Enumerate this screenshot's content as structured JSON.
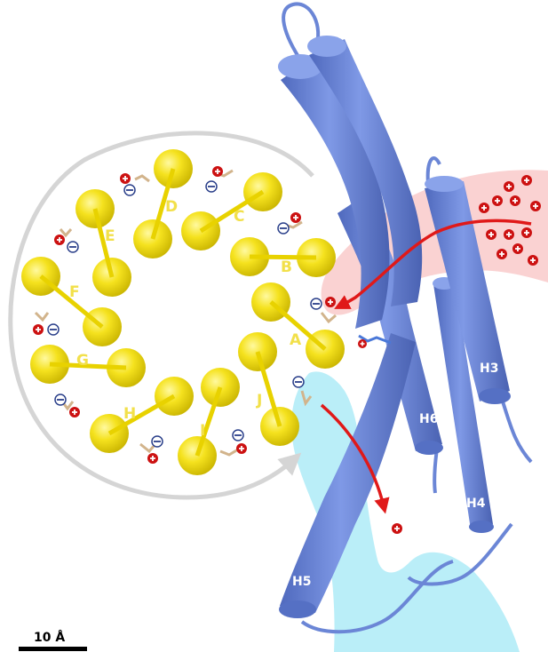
{
  "ring_labels": [
    "A",
    "B",
    "C",
    "D",
    "E",
    "F",
    "G",
    "H",
    "I",
    "J"
  ],
  "helix_labels": {
    "h3": "H3",
    "h4": "H4",
    "h5": "H5",
    "h6": "H6"
  },
  "scale_bar": {
    "label": "10 Å"
  },
  "colors": {
    "helix": "#6b86d6",
    "ring_subunit": "#f4e020",
    "pink_region": "#f9caca",
    "cyan_region": "#b3ecf7",
    "arrow": "#e01919",
    "rotation_arrow": "#d5d5d5",
    "proton_charge": "#cc1111"
  },
  "icons": {
    "positive_charge": "plus-ion-icon",
    "negative_charge": "minus-ion-icon"
  }
}
